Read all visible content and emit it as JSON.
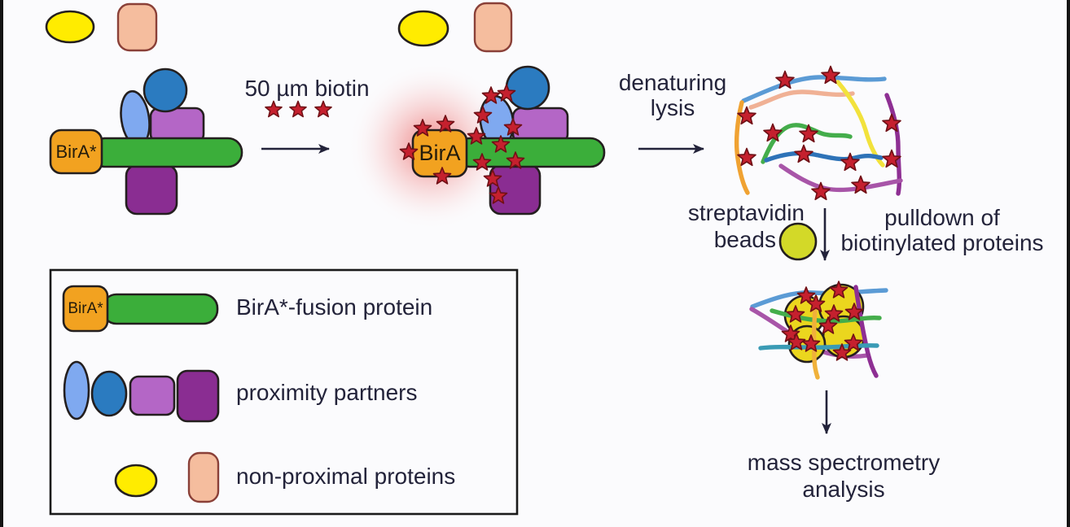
{
  "steps": {
    "biotin": {
      "label": "50 µm biotin"
    },
    "denaturing_lysis": {
      "line1": "denaturing",
      "line2": "lysis"
    },
    "streptavidin_beads": {
      "line1": "streptavidin",
      "line2": "beads"
    },
    "pulldown": {
      "line1": "pulldown of",
      "line2": "biotinylated proteins"
    },
    "mass_spec": {
      "line1": "mass spectrometry",
      "line2": "analysis"
    }
  },
  "complexes": {
    "fusion_tag_label": "BirA*",
    "activated_tag_label": "BirA"
  },
  "legend": {
    "tag_label": "BirA*",
    "rows": [
      {
        "label": "BirA*-fusion protein"
      },
      {
        "label": "proximity partners"
      },
      {
        "label": "non-proximal proteins"
      }
    ]
  },
  "colors": {
    "bira_orange": "#F2A220",
    "fusion_green": "#3BAE3A",
    "partner_blue": "#2B7BC0",
    "partner_light_blue": "#7FA9F0",
    "partner_purple": "#B466C6",
    "partner_dark_purple": "#8A2D92",
    "nonproximal_yellow": "#FFEC00",
    "nonproximal_salmon": "#F5BD9E",
    "biotin_star_red": "#C5202E",
    "streptavidin_yellow_green": "#D3D928",
    "bead_yellow": "#EBD61E",
    "glow_pink": "#ED6B6B"
  }
}
